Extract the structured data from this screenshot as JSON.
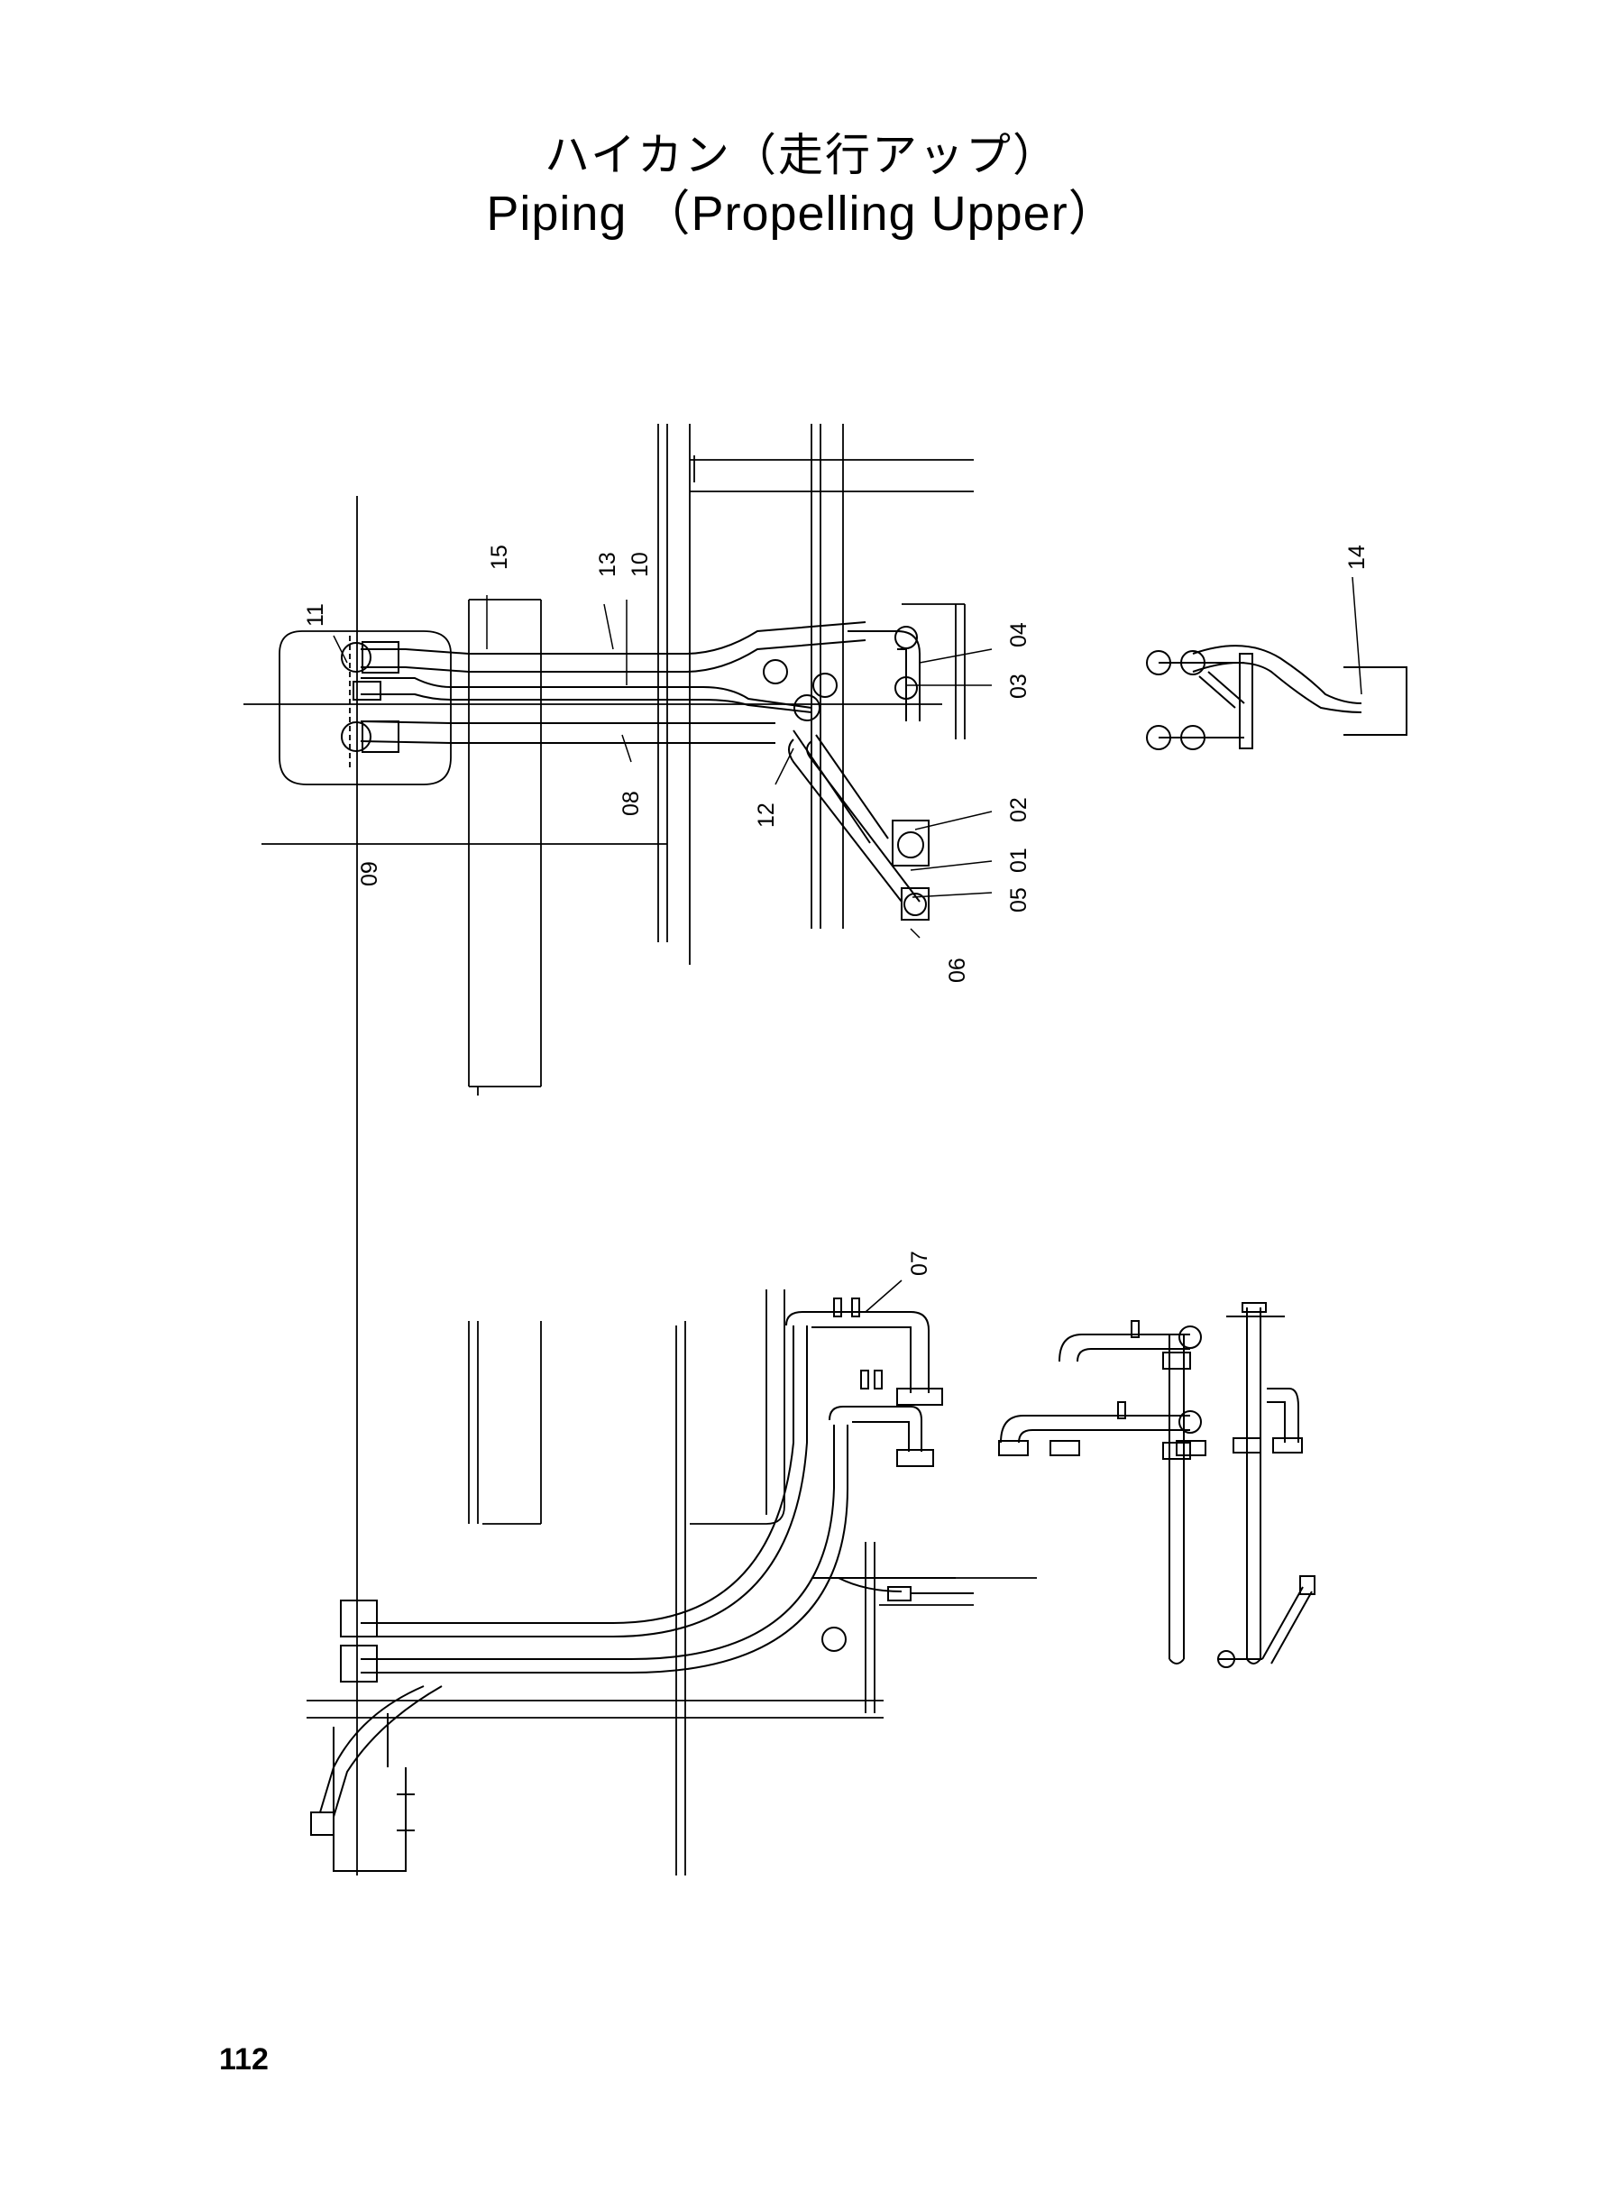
{
  "title": {
    "japanese": "ハイカン（走行アップ）",
    "english": "Piping （Propelling Upper）"
  },
  "part_labels": [
    "01",
    "02",
    "03",
    "04",
    "05",
    "06",
    "07",
    "08",
    "09",
    "10",
    "11",
    "12",
    "13",
    "14",
    "15"
  ],
  "page_number": "112"
}
